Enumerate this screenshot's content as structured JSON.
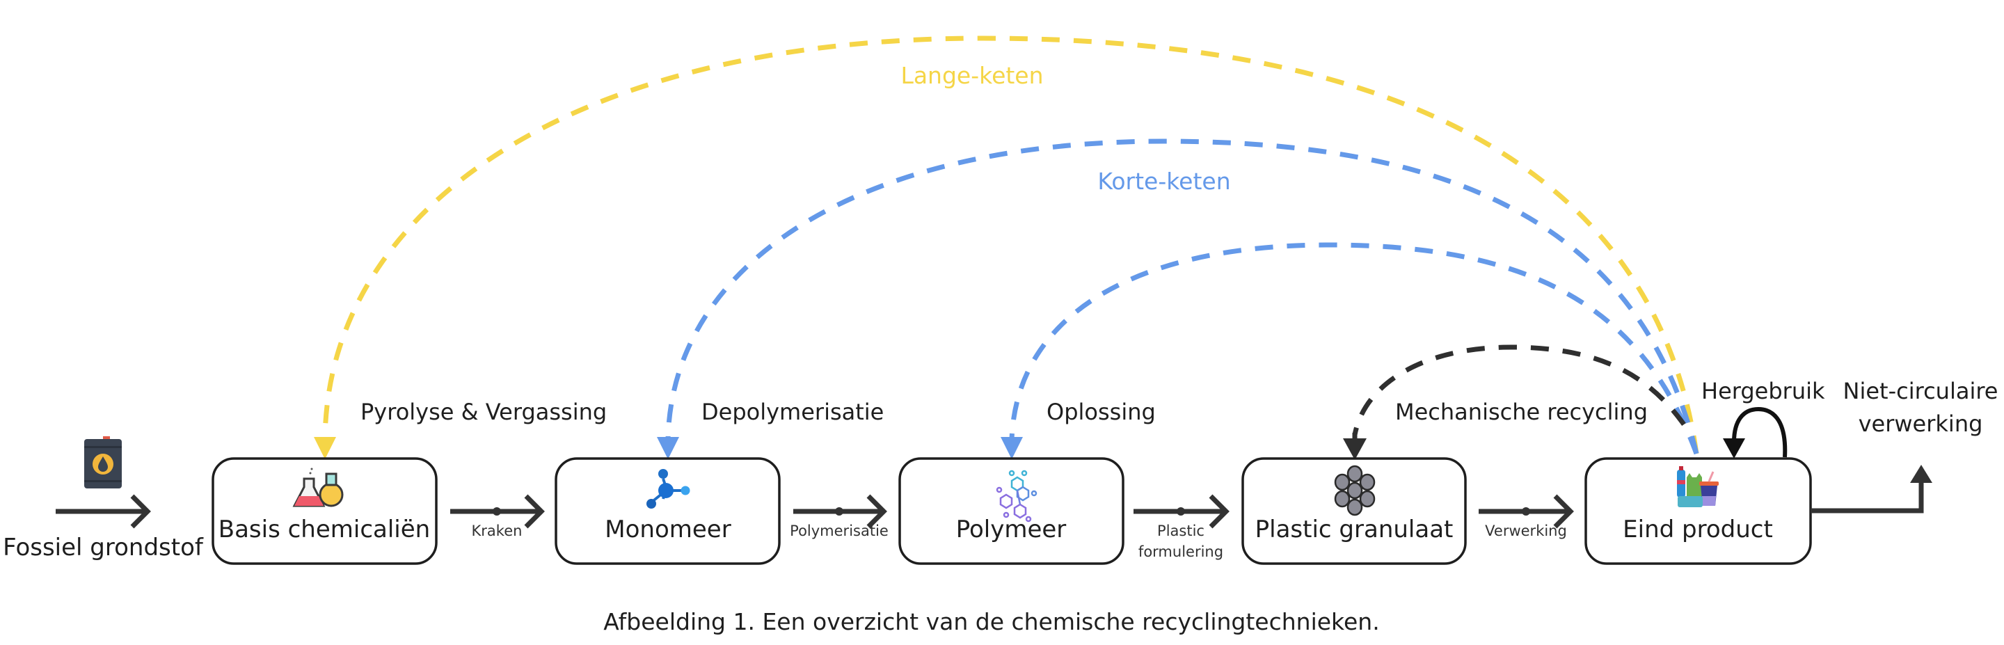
{
  "colors": {
    "long_chain": "#f5d547",
    "short_chain": "#6499e9",
    "mechanical": "#2f2f2f",
    "flow": "#333333",
    "box_border": "#1e1e1e"
  },
  "source": {
    "label": "Fossiel grondstof",
    "icon": "oil-barrel-icon"
  },
  "nodes": [
    {
      "id": "basis",
      "label": "Basis chemicaliën",
      "icon": "chemistry-flasks-icon"
    },
    {
      "id": "monomeer",
      "label": "Monomeer",
      "icon": "molecule-icon"
    },
    {
      "id": "polymeer",
      "label": "Polymeer",
      "icon": "polymer-chain-icon"
    },
    {
      "id": "granulaat",
      "label": "Plastic granulaat",
      "icon": "pellets-icon"
    },
    {
      "id": "eind",
      "label": "Eind product",
      "icon": "plastic-products-icon"
    }
  ],
  "edges": [
    {
      "from": "basis",
      "to": "monomeer",
      "label": "Kraken"
    },
    {
      "from": "monomeer",
      "to": "polymeer",
      "label": "Polymerisatie"
    },
    {
      "from": "polymeer",
      "to": "granulaat",
      "label_line1": "Plastic",
      "label_line2": "formulering"
    },
    {
      "from": "granulaat",
      "to": "eind",
      "label": "Verwerking"
    }
  ],
  "recycling_paths": [
    {
      "name": "Pyrolyse & Vergassing",
      "target": "basis",
      "chain": "long"
    },
    {
      "name": "Depolymerisatie",
      "target": "monomeer",
      "chain": "short"
    },
    {
      "name": "Oplossing",
      "target": "polymeer",
      "chain": "short"
    },
    {
      "name": "Mechanische recycling",
      "target": "granulaat",
      "chain": "mechanical"
    }
  ],
  "chain_labels": {
    "long": "Lange-keten",
    "short": "Korte-keten"
  },
  "reuse_label": "Hergebruik",
  "exit": {
    "line1": "Niet-circulaire",
    "line2": "verwerking"
  },
  "caption": "Afbeelding 1. Een overzicht van de chemische recyclingtechnieken."
}
